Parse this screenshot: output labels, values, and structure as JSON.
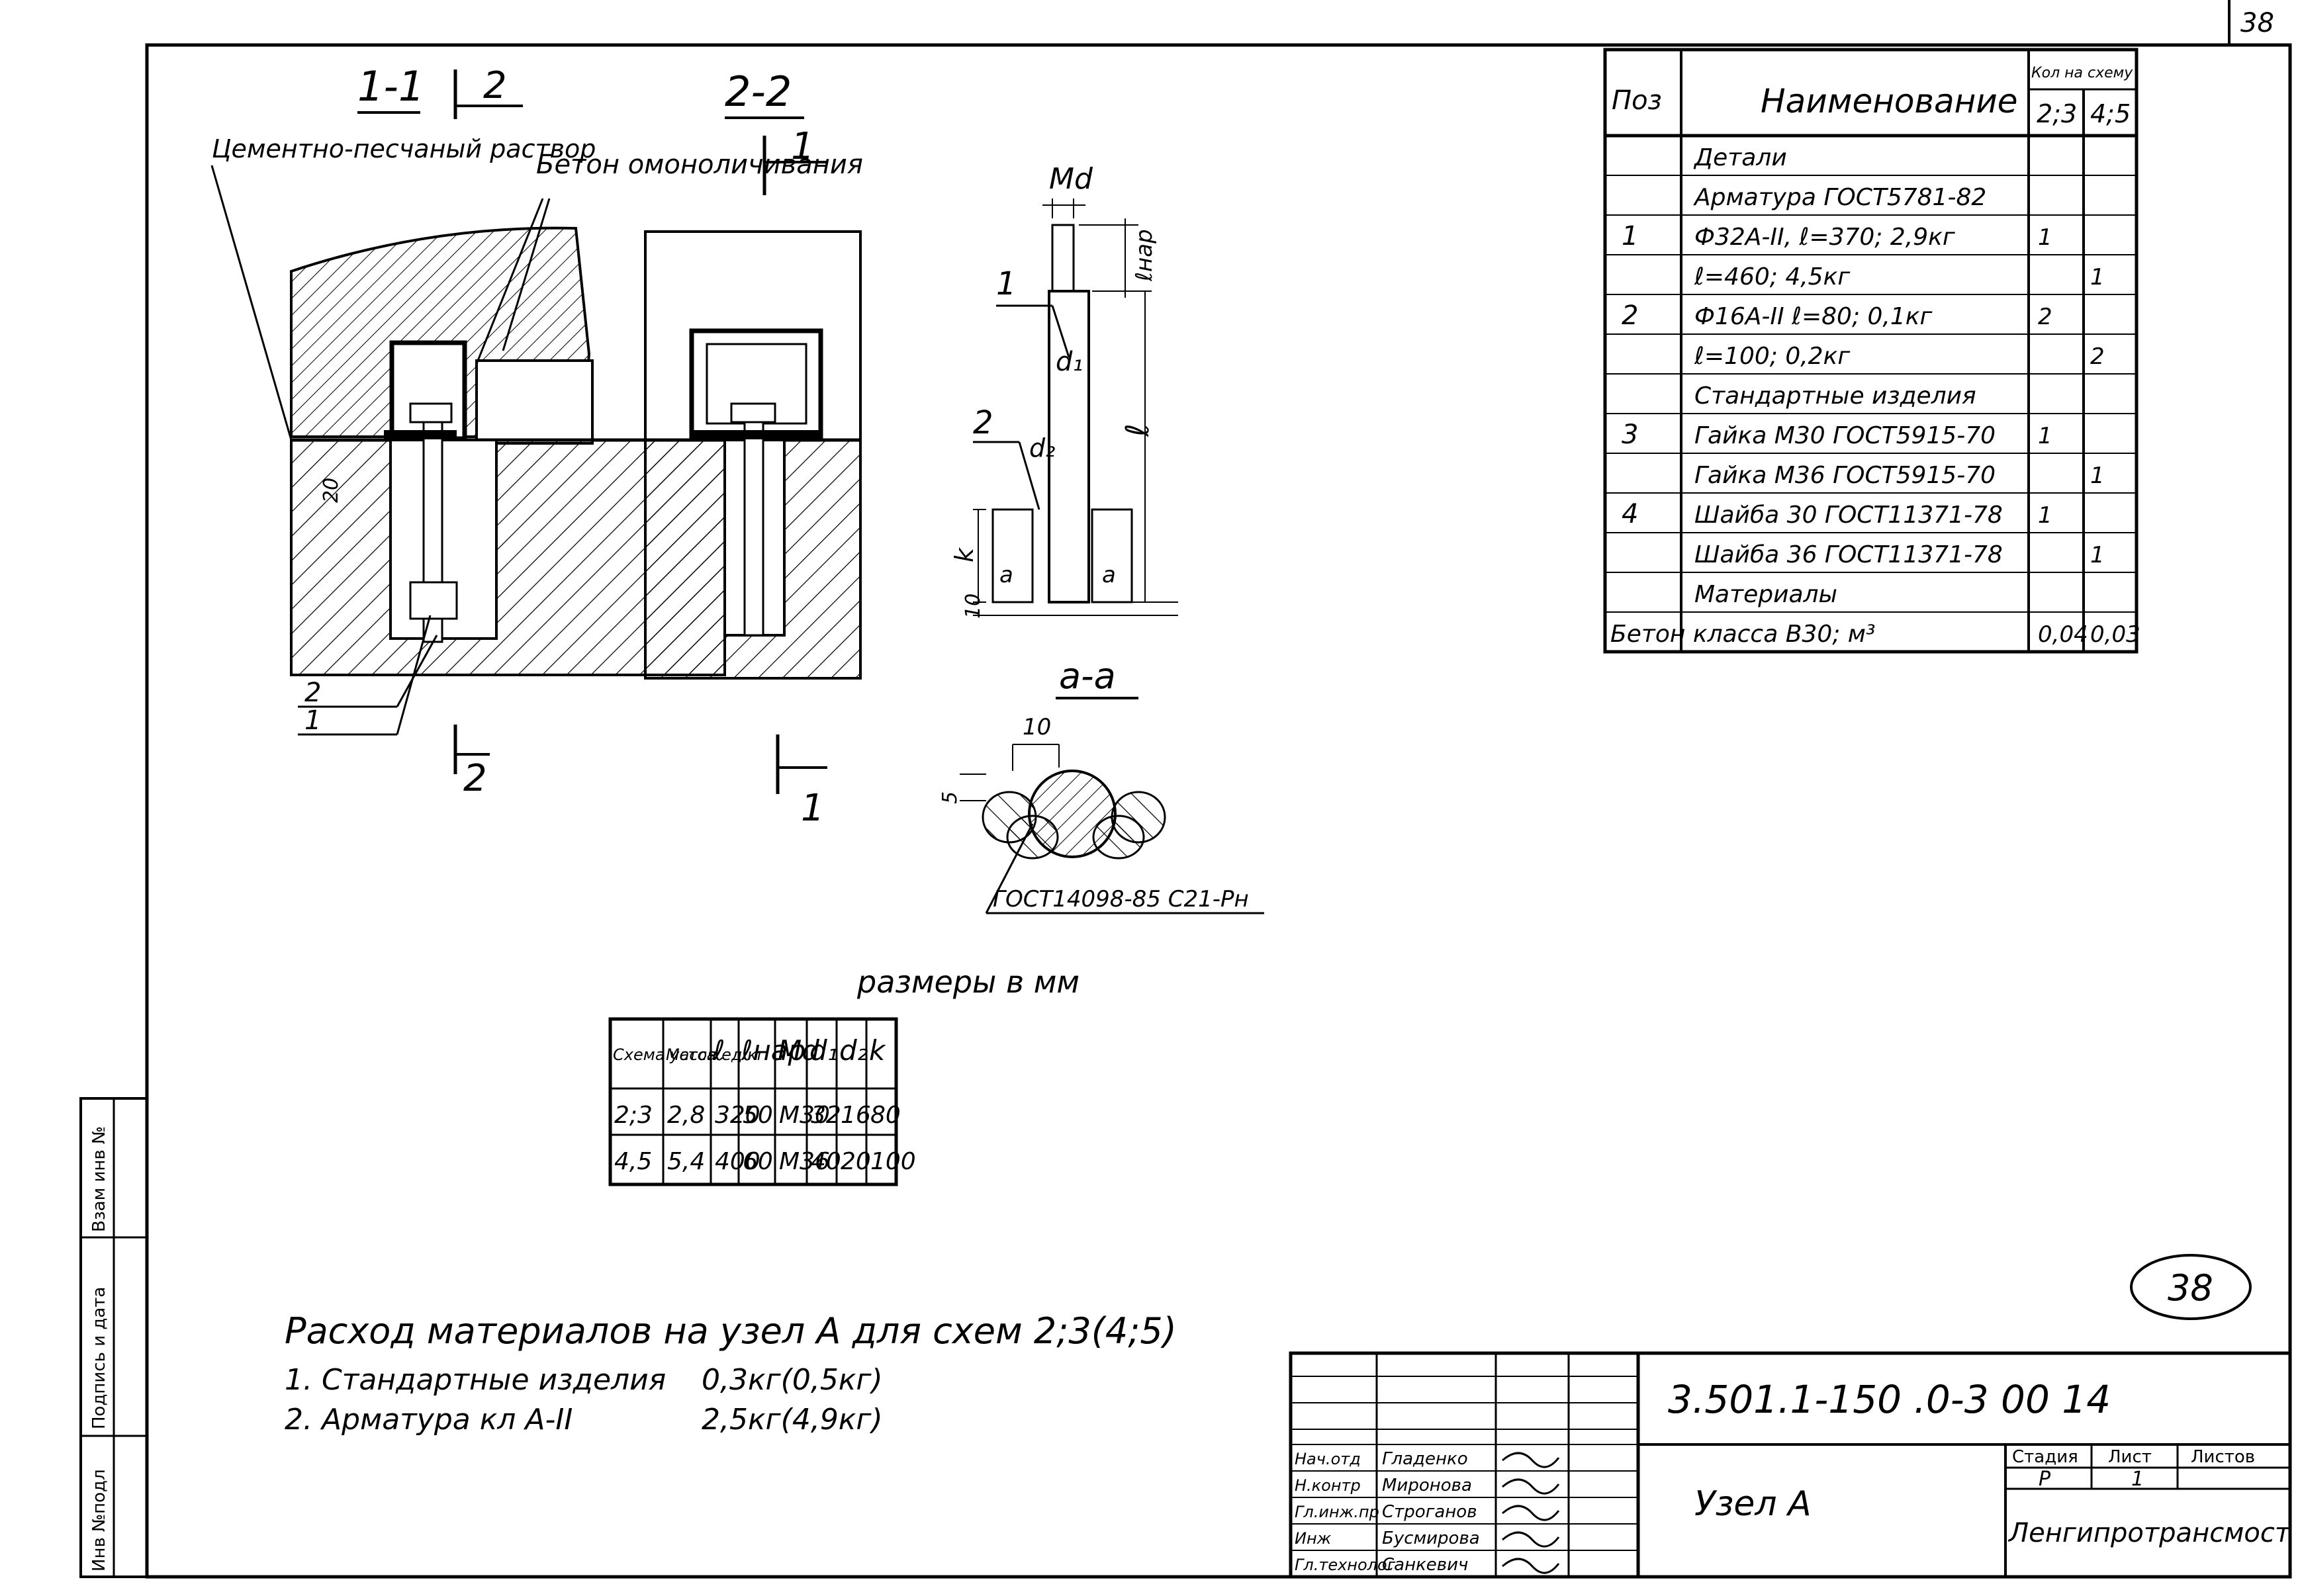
{
  "sheet_corner_number": "38",
  "page_stamp": "38",
  "section_1_1": {
    "title": "1-1",
    "ref": "2"
  },
  "section_2_2": {
    "title": "2-2",
    "ref": "1"
  },
  "cut_markers": {
    "left": "2",
    "right": "1"
  },
  "labels": {
    "mortar": "Цементно-песчаный раствор",
    "concrete": "Бетон омоноличивания",
    "dim_20": "20",
    "pos2": "2",
    "pos1": "1"
  },
  "bolt_detail": {
    "md": "Md",
    "l_nar": "ℓнар",
    "l": "ℓ",
    "d1": "d₁",
    "d2": "d₂",
    "k": "k",
    "a_left": "a",
    "a_right": "a",
    "dim_10": "10",
    "pos1": "1",
    "pos2": "2"
  },
  "section_a_a": {
    "title": "a-a",
    "dim_10": "10",
    "dim_5": "5",
    "gost": "ГОСТ14098-85  С21-Рн"
  },
  "dims_caption": "размеры в мм",
  "dims_table": {
    "headers": [
      "Схема устоя",
      "Масса ед кг",
      "ℓ",
      "ℓнар",
      "Md",
      "d₁",
      "d₂",
      "k"
    ],
    "rows": [
      [
        "2;3",
        "2,8",
        "320",
        "50",
        "М30",
        "32",
        "16",
        "80"
      ],
      [
        "4,5",
        "5,4",
        "400",
        "60",
        "М36",
        "40",
        "20",
        "100"
      ]
    ]
  },
  "spec_table": {
    "h_pos": "Поз",
    "h_name": "Наименование",
    "h_qty": "Кол на схему",
    "h_q1": "2;3",
    "h_q2": "4;5",
    "rows": [
      {
        "pos": "",
        "name": "Детали",
        "q1": "",
        "q2": ""
      },
      {
        "pos": "",
        "name": "Арматура ГОСТ5781-82",
        "q1": "",
        "q2": ""
      },
      {
        "pos": "1",
        "name": "Ф32А-II, ℓ=370; 2,9кг",
        "q1": "1",
        "q2": ""
      },
      {
        "pos": "",
        "name": "ℓ=460; 4,5кг",
        "q1": "",
        "q2": "1"
      },
      {
        "pos": "2",
        "name": "Ф16А-II ℓ=80; 0,1кг",
        "q1": "2",
        "q2": ""
      },
      {
        "pos": "",
        "name": "ℓ=100; 0,2кг",
        "q1": "",
        "q2": "2"
      },
      {
        "pos": "",
        "name": "Стандартные изделия",
        "q1": "",
        "q2": ""
      },
      {
        "pos": "3",
        "name": "Гайка М30 ГОСТ5915-70",
        "q1": "1",
        "q2": ""
      },
      {
        "pos": "",
        "name": "Гайка М36 ГОСТ5915-70",
        "q1": "",
        "q2": "1"
      },
      {
        "pos": "4",
        "name": "Шайба 30 ГОСТ11371-78",
        "q1": "1",
        "q2": ""
      },
      {
        "pos": "",
        "name": "Шайба 36 ГОСТ11371-78",
        "q1": "",
        "q2": "1"
      },
      {
        "pos": "",
        "name": "Материалы",
        "q1": "",
        "q2": ""
      },
      {
        "pos": "",
        "name": "Бетон класса В30; м³",
        "q1": "0,04",
        "q2": "0,03"
      }
    ]
  },
  "consumption": {
    "title": "Расход материалов на узел А для схем 2;3(4;5)",
    "item1_label": "1. Стандартные изделия",
    "item1_value": "0,3кг(0,5кг)",
    "item2_label": "2. Арматура кл А-II",
    "item2_value": "2,5кг(4,9кг)"
  },
  "title_block": {
    "code": "3.501.1-150  .0-3  00 14",
    "name": "Узел А",
    "stage_h": "Стадия",
    "sheet_h": "Лист",
    "sheets_h": "Листов",
    "stage": "Р",
    "sheet": "1",
    "sheets": "",
    "org": "Ленгипротрансмост",
    "people": [
      {
        "role": "Нач.отд",
        "name": "Гладенко"
      },
      {
        "role": "Н.контр",
        "name": "Миронова"
      },
      {
        "role": "Гл.инж.пр",
        "name": "Строганов"
      },
      {
        "role": "Инж",
        "name": "Бусмирова"
      },
      {
        "role": "Гл.технолог",
        "name": "Санкевич"
      }
    ]
  },
  "left_strip": {
    "inv_orig": "Инв №подл",
    "sign_date": "Подпись и дата",
    "inv_repl": "Взам инв №"
  }
}
